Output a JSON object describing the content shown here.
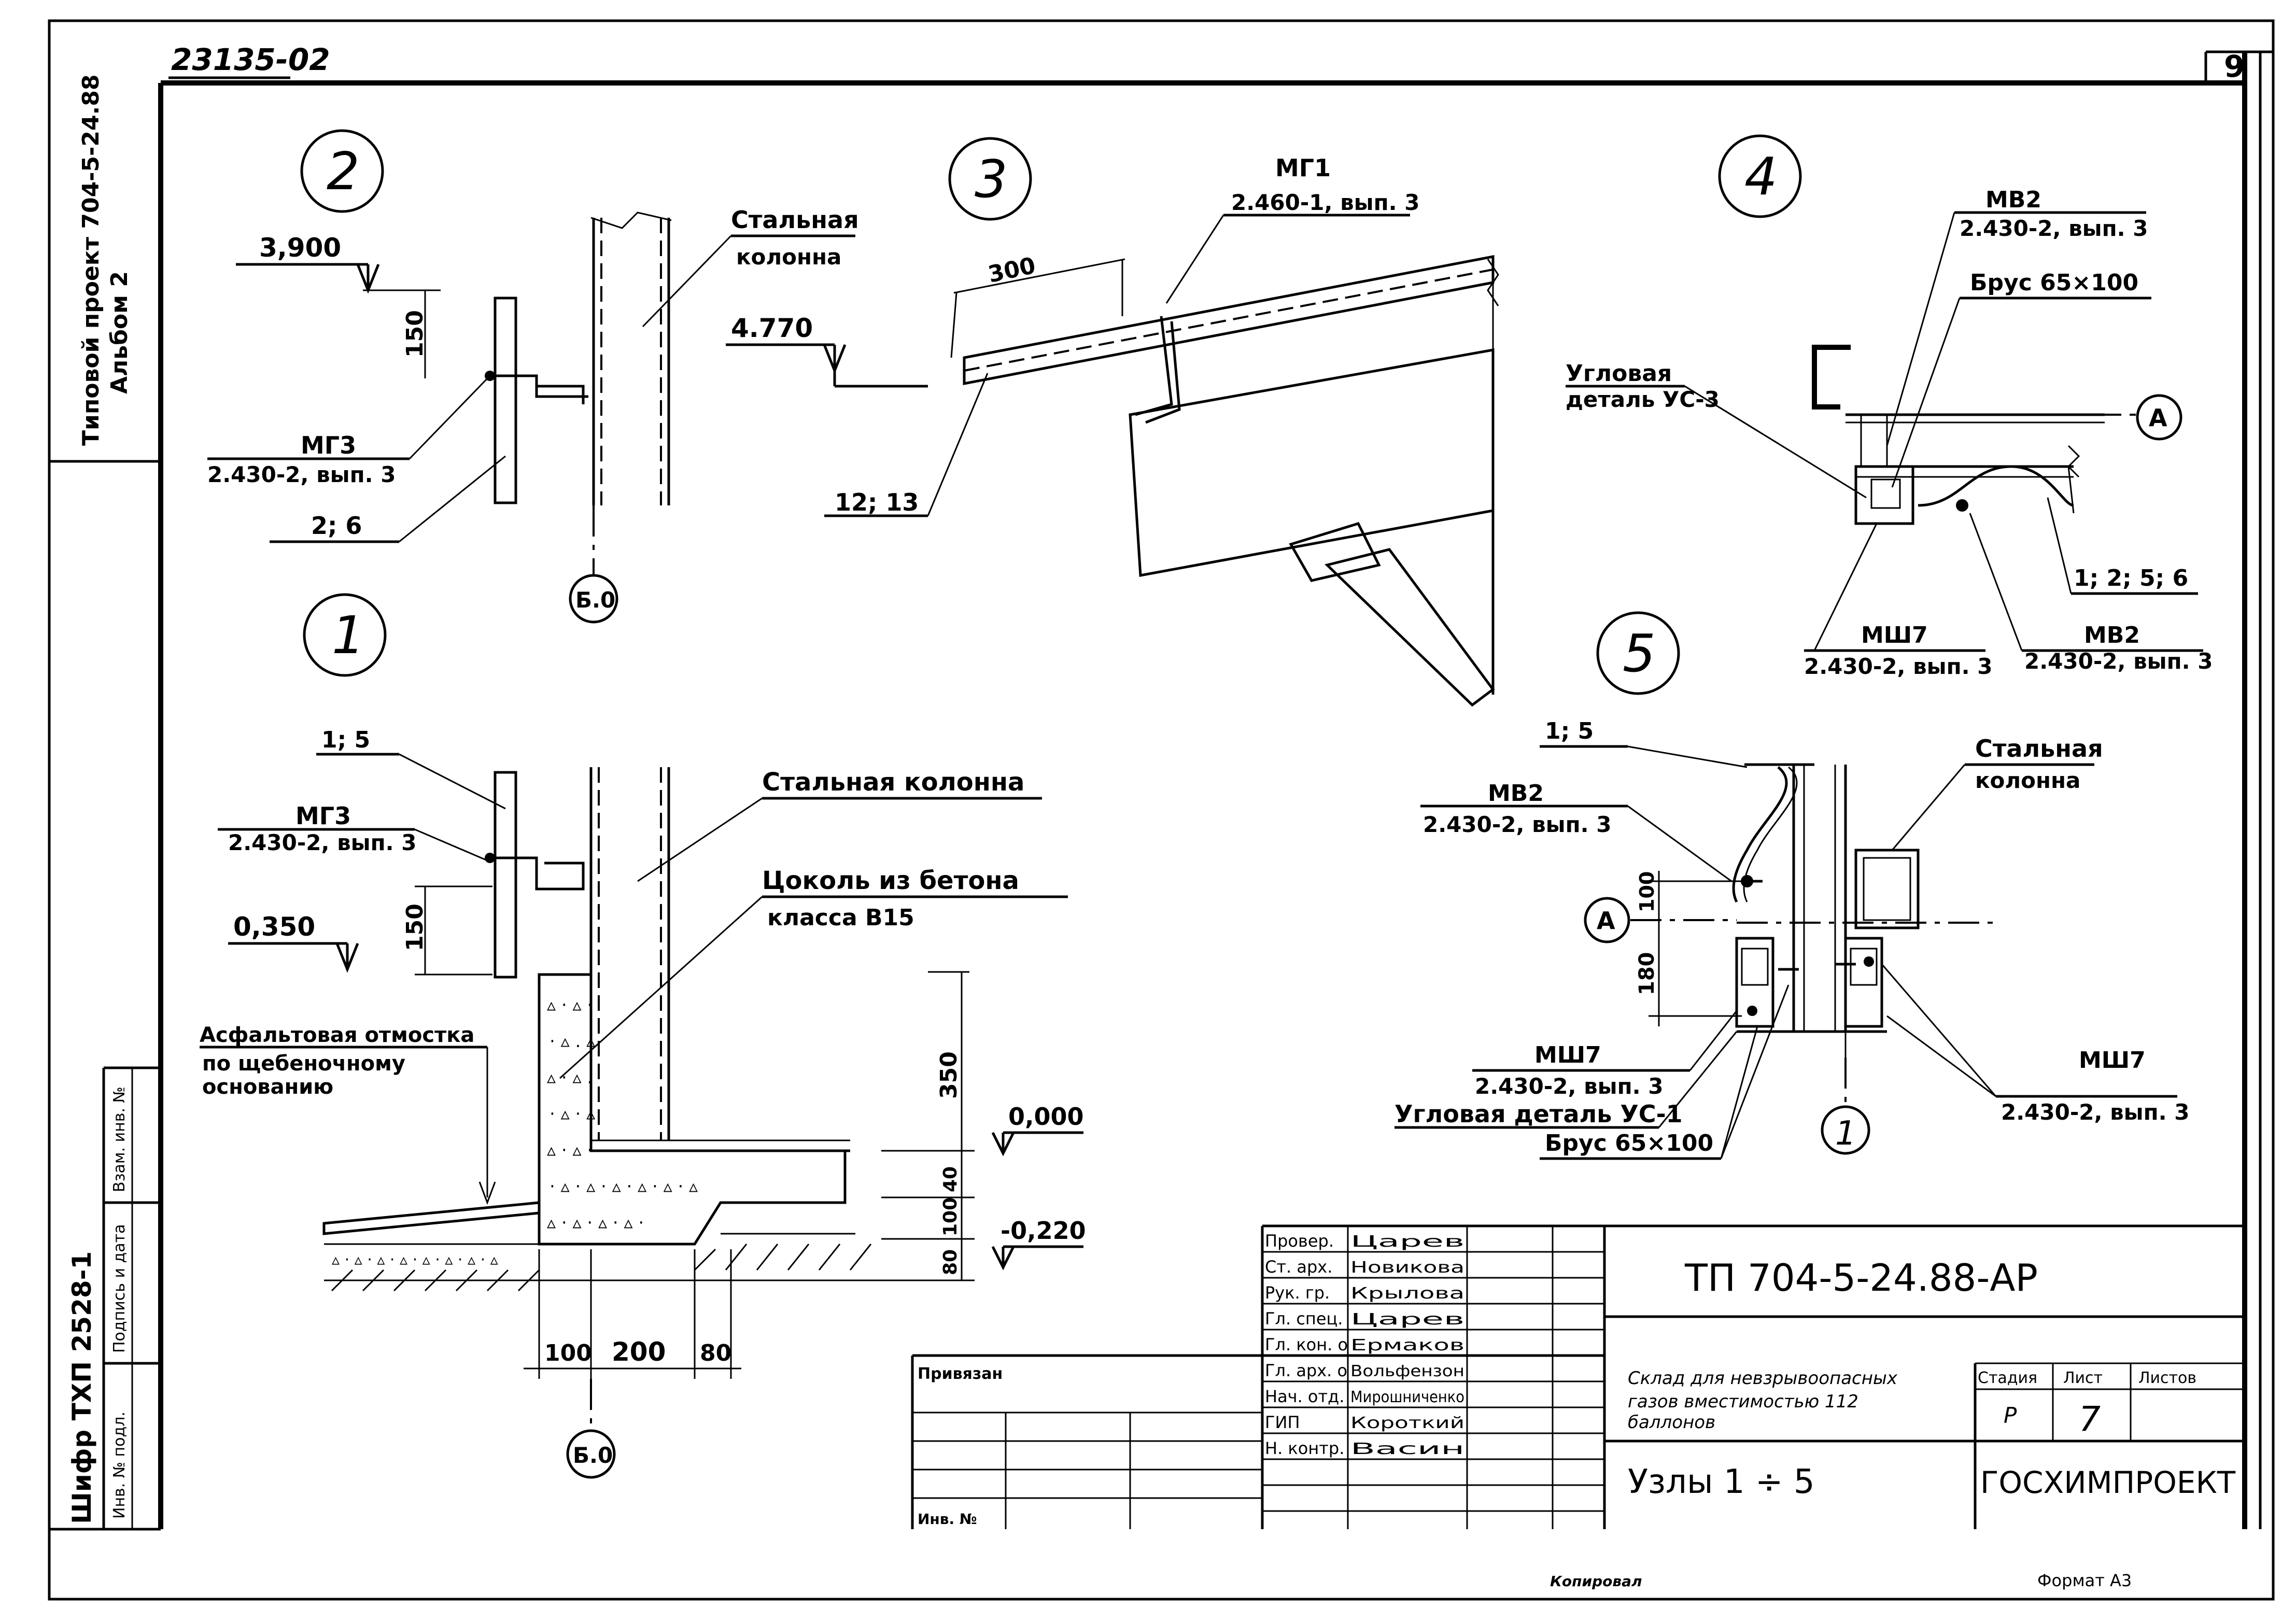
{
  "header": {
    "code": "23135-02",
    "sheet_corner": "9"
  },
  "side_margin": {
    "project": "Типовой проект 704-5-24.88",
    "album": "Альбом 2",
    "cipher": "Шифр ТХП 2528-1",
    "col_inv_podl": "Инв. № подл.",
    "col_sign_date": "Подпись и дата",
    "col_vzam": "Взам. инв. №"
  },
  "node2": {
    "number": "2",
    "level": "3,900",
    "dim": "150",
    "col_label_1": "Стальная",
    "col_label_2": "колонна",
    "mg_label": "МГ3",
    "mg_ref": "2.430-2, вып. 3",
    "part": "2; 6",
    "axis": "Б.0"
  },
  "node3": {
    "number": "3",
    "mg_label": "МГ1",
    "mg_ref": "2.460-1, вып. 3",
    "dim": "300",
    "level": "4.770",
    "part": "12; 13"
  },
  "node4": {
    "number": "4",
    "mv_label": "МВ2",
    "mv_ref": "2.430-2, вып. 3",
    "brus": "Брус 65×100",
    "corner_1": "Угловая",
    "corner_2": "деталь УС-3",
    "axis": "А",
    "part": "1; 2; 5; 6",
    "msh_label": "МШ7",
    "msh_ref": "2.430-2, вып. 3",
    "mv2_label": "МВ2",
    "mv2_ref": "2.430-2, вып. 3"
  },
  "node1": {
    "number": "1",
    "part": "1; 5",
    "mg_label": "МГ3",
    "mg_ref": "2.430-2, вып. 3",
    "level": "0,350",
    "dim": "150",
    "col_label": "Стальная колонна",
    "plinth_1": "Цоколь из бетона",
    "plinth_2": "класса В15",
    "asphalt_1": "Асфальтовая отмостка",
    "asphalt_2": "по щебеночному",
    "asphalt_3": "основанию",
    "dim_350": "350",
    "level_0": "0,000",
    "dim_40": "40",
    "dim_100v": "100",
    "dim_80v": "80",
    "level_neg": "-0,220",
    "dim_100": "100",
    "dim_200": "200",
    "dim_80": "80",
    "axis": "Б.0"
  },
  "node5": {
    "number": "5",
    "part": "1; 5",
    "mv_label": "МВ2",
    "mv_ref": "2.430-2, вып. 3",
    "col_label_1": "Стальная",
    "col_label_2": "колонна",
    "axis": "А",
    "dim_100": "100",
    "dim_180": "180",
    "msh_label": "МШ7",
    "msh_ref": "2.430-2, вып. 3",
    "corner": "Угловая деталь УС-1",
    "brus": "Брус 65×100",
    "msh2_label": "МШ7",
    "msh2_ref": "2.430-2, вып. 3",
    "axis2": "1"
  },
  "title_block": {
    "signatures": [
      {
        "role": "Провер.",
        "name": "Царев"
      },
      {
        "role": "Ст. арх.",
        "name": "Новикова"
      },
      {
        "role": "Рук. гр.",
        "name": "Крылова"
      },
      {
        "role": "Гл. спец.",
        "name": "Царев"
      },
      {
        "role": "Гл. кон. о",
        "name": "Ермаков"
      },
      {
        "role": "Гл. арх. о",
        "name": "Вольфензон"
      },
      {
        "role": "Нач. отд.",
        "name": "Мирошниченко"
      },
      {
        "role": "ГИП",
        "name": "Короткий"
      },
      {
        "role": "Н. контр.",
        "name": "Васин"
      }
    ],
    "attached": "Привязан",
    "inv_no": "Инв. №",
    "doc_code": "ТП 704-5-24.88-АР",
    "desc_1": "Склад для невзрывоопасных",
    "desc_2": "газов вместимостью 112",
    "desc_3": "баллонов",
    "sheet_title": "Узлы 1 ÷ 5",
    "stage_label": "Стадия",
    "sheet_label": "Лист",
    "sheets_label": "Листов",
    "stage": "Р",
    "sheet_no": "7",
    "org": "ГОСХИМПРОЕКТ"
  },
  "footer": {
    "copied": "Копировал",
    "format": "Формат А3"
  }
}
